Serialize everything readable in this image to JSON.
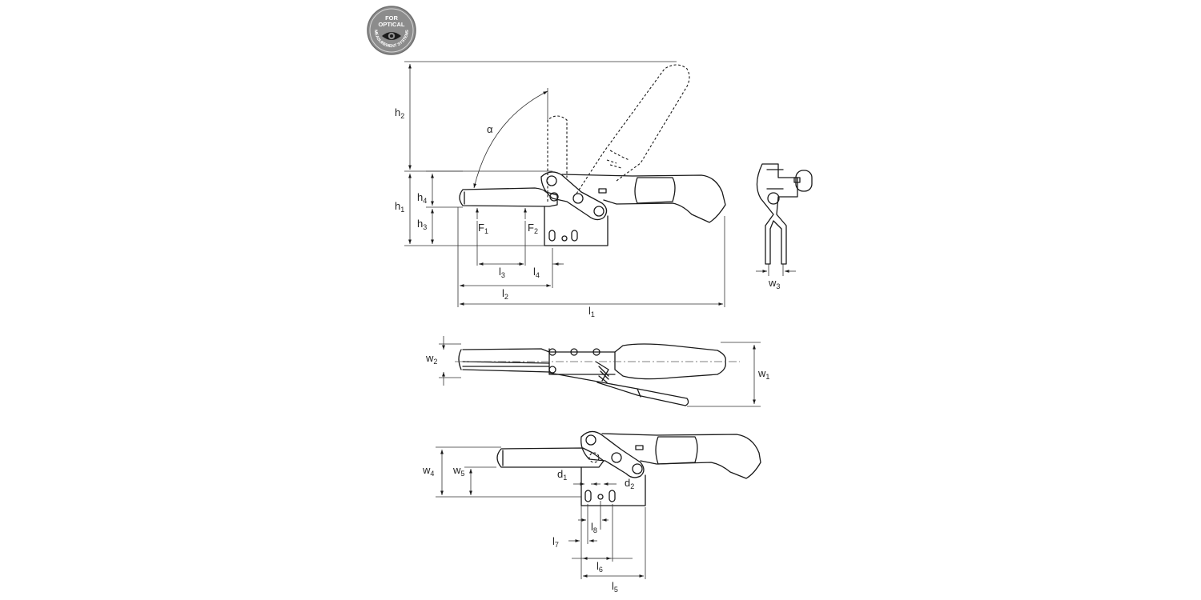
{
  "badge": {
    "line1": "FOR",
    "line2": "OPTICAL",
    "arc_text": "MEASUREMENT SYSTEMS",
    "color": "#8c8c8c",
    "icon": "eye-icon"
  },
  "labels": {
    "h1": {
      "base": "h",
      "sub": "1"
    },
    "h2": {
      "base": "h",
      "sub": "2"
    },
    "h3": {
      "base": "h",
      "sub": "3"
    },
    "h4": {
      "base": "h",
      "sub": "4"
    },
    "alpha": "α",
    "F1": {
      "base": "F",
      "sub": "1"
    },
    "F2": {
      "base": "F",
      "sub": "2"
    },
    "l1": {
      "base": "l",
      "sub": "1"
    },
    "l2": {
      "base": "l",
      "sub": "2"
    },
    "l3": {
      "base": "l",
      "sub": "3"
    },
    "l4": {
      "base": "l",
      "sub": "4"
    },
    "l5": {
      "base": "l",
      "sub": "5"
    },
    "l6": {
      "base": "l",
      "sub": "6"
    },
    "l7": {
      "base": "l",
      "sub": "7"
    },
    "l8": {
      "base": "l",
      "sub": "8"
    },
    "w1": {
      "base": "w",
      "sub": "1"
    },
    "w2": {
      "base": "w",
      "sub": "2"
    },
    "w3": {
      "base": "w",
      "sub": "3"
    },
    "w4": {
      "base": "w",
      "sub": "4"
    },
    "w5": {
      "base": "w",
      "sub": "5"
    },
    "d1": {
      "base": "d",
      "sub": "1"
    },
    "d2": {
      "base": "d",
      "sub": "2"
    }
  }
}
